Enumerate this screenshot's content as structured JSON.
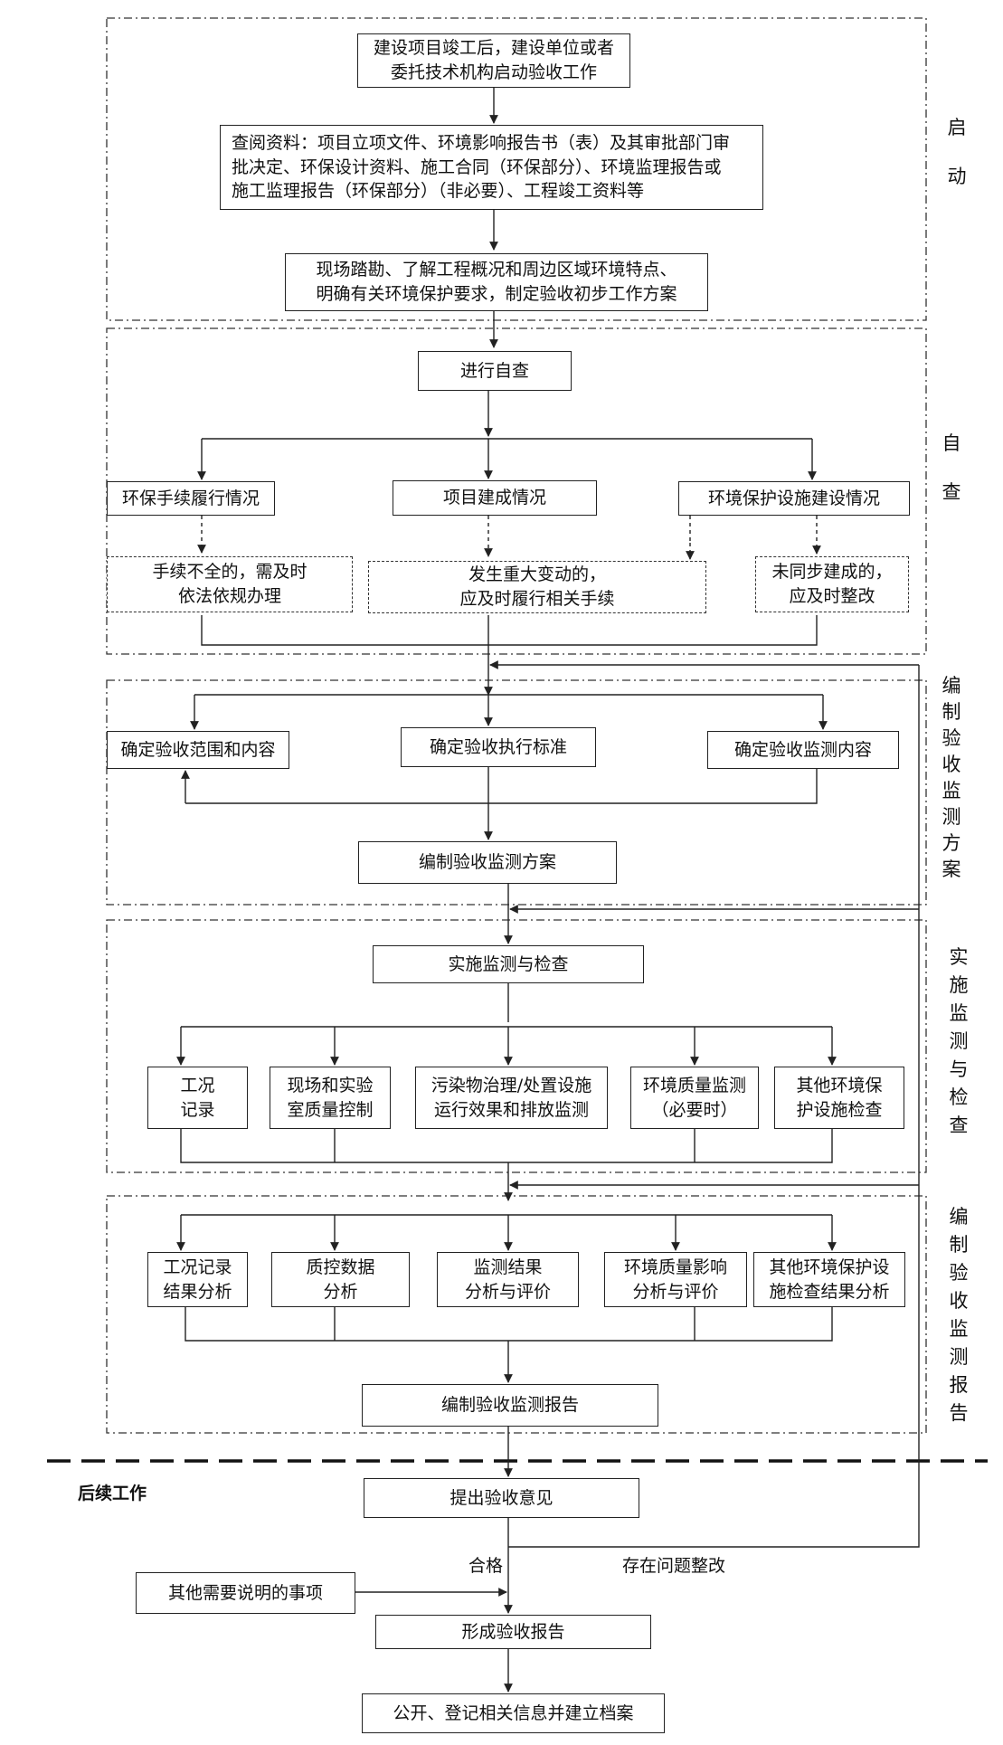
{
  "stages": {
    "start": "启\n\n动",
    "selfcheck": "自\n\n查",
    "plan": "编\n制\n验\n收\n监\n测\n方\n案",
    "implement": "实\n施\n监\n测\n与\n检\n查",
    "report": "编\n制\n验\n收\n监\n测\n报\n告"
  },
  "nodes": {
    "start_work": "建设项目竣工后，建设单位或者\n委托技术机构启动验收工作",
    "review_docs": "查阅资料：项目立项文件、环境影响报告书（表）及其审批部门审\n批决定、环保设计资料、施工合同（环保部分）、环境监理报告或\n施工监理报告（环保部分）（非必要）、工程竣工资料等",
    "site_survey": "现场踏勘、了解工程概况和周边区域环境特点、\n明确有关环境保护要求，制定验收初步工作方案",
    "self_check": "进行自查",
    "env_procedures": "环保手续履行情况",
    "project_status": "项目建成情况",
    "facility_status": "环境保护设施建设情况",
    "incomplete_procedures": "手续不全的，需及时\n依法依规办理",
    "major_change": "发生重大变动的，\n应及时履行相关手续",
    "not_synced": "未同步建成的，\n应及时整改",
    "scope_content": "确定验收范围和内容",
    "exec_standard": "确定验收执行标准",
    "monitor_content": "确定验收监测内容",
    "monitoring_plan": "编制验收监测方案",
    "implement_monitoring": "实施监测与检查",
    "work_record": "工况\n记录",
    "qc_lab": "现场和实验\n室质量控制",
    "pollutant_monitor": "污染物治理/处置设施\n运行效果和排放监测",
    "env_quality_monitor": "环境质量监测\n（必要时）",
    "other_facility_check": "其他环境保\n护设施检查",
    "work_record_analysis": "工况记录\n结果分析",
    "qc_data_analysis": "质控数据\n分析",
    "result_analysis": "监测结果\n分析与评价",
    "env_impact_analysis": "环境质量影响\n分析与评价",
    "other_facility_analysis": "其他环境保护设\n施检查结果分析",
    "monitoring_report": "编制验收监测报告",
    "acceptance_opinion": "提出验收意见",
    "other_matters": "其他需要说明的事项",
    "acceptance_report": "形成验收报告",
    "publish_archive": "公开、登记相关信息并建立档案"
  },
  "labels": {
    "follow_up": "后续工作",
    "qualified": "合格",
    "rectify": "存在问题整改"
  },
  "colors": {
    "line": "#222222",
    "background": "#ffffff"
  }
}
